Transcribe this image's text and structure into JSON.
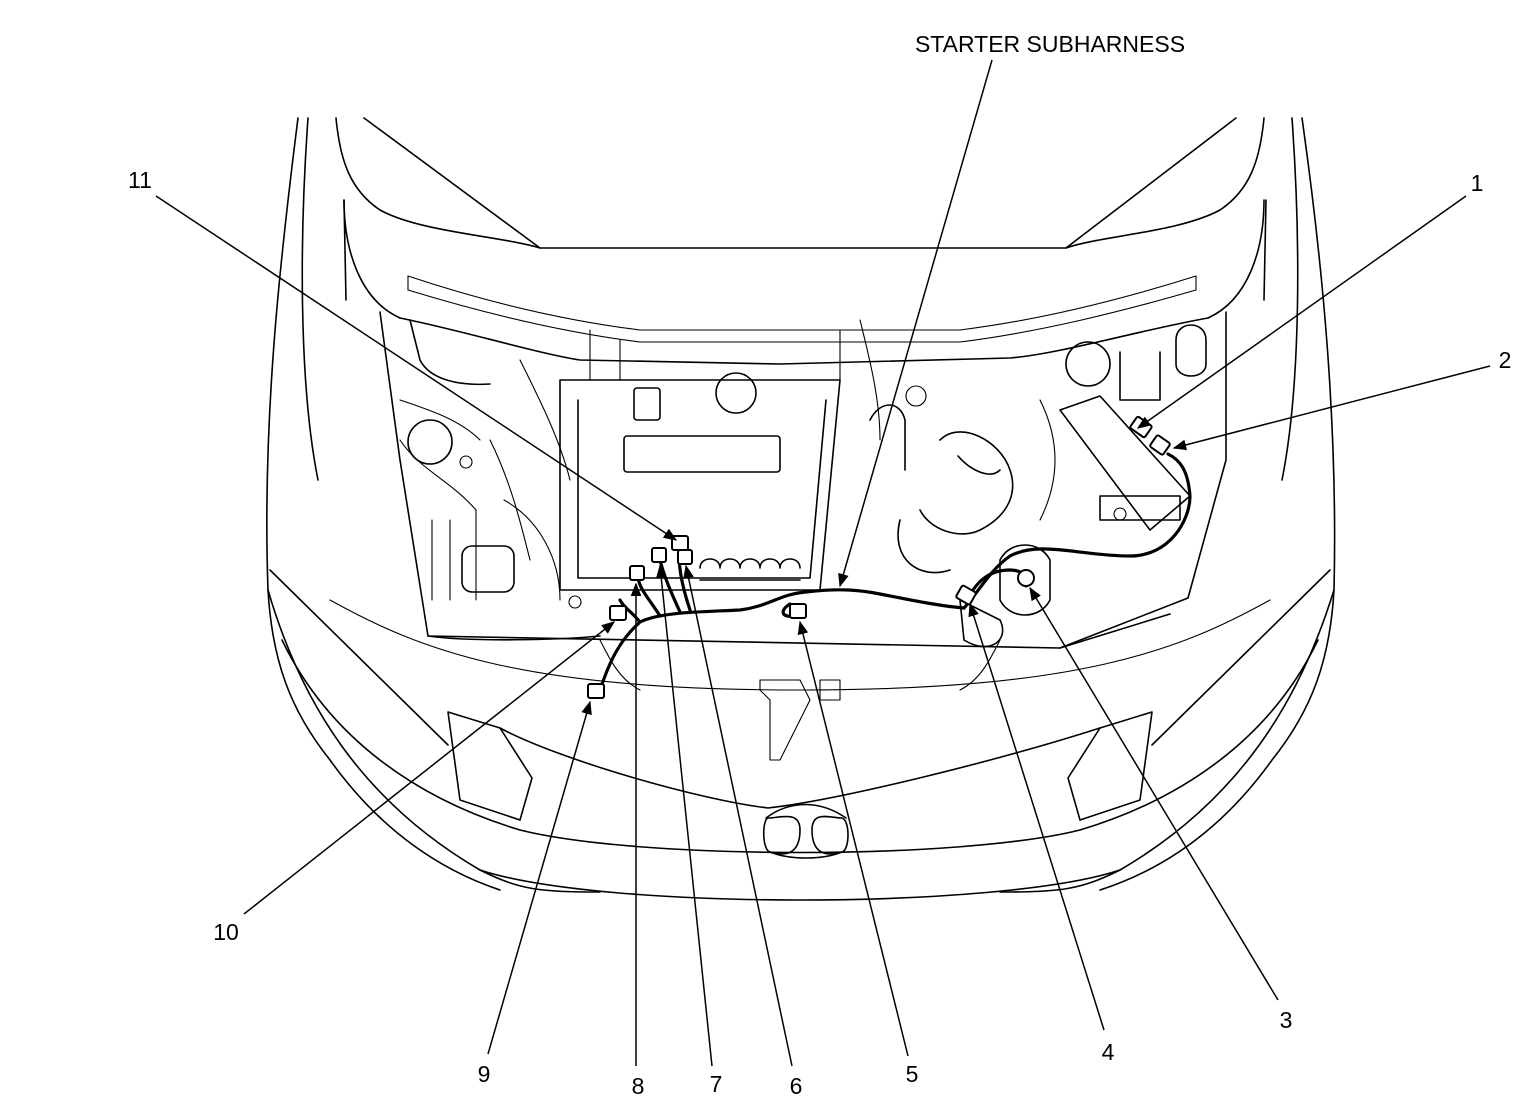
{
  "diagram": {
    "title": "STARTER SUBHARNESS",
    "callouts": [
      "1",
      "2",
      "3",
      "4",
      "5",
      "6",
      "7",
      "8",
      "9",
      "10",
      "11"
    ],
    "line_color": "#000000",
    "background": "#ffffff"
  }
}
